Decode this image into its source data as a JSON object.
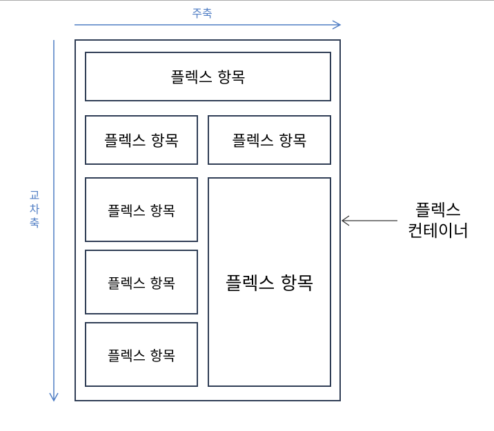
{
  "main_axis_label": "주축",
  "cross_axis_label": [
    "교",
    "차",
    "축"
  ],
  "container_label": [
    "플렉스",
    "컨테이너"
  ],
  "items": [
    {
      "label": "플렉스 항목"
    },
    {
      "label": "플렉스 항목"
    },
    {
      "label": "플렉스 항목"
    },
    {
      "label": "플렉스 항목"
    },
    {
      "label": "플렉스 항목"
    },
    {
      "label": "플렉스 항목"
    },
    {
      "label": "플렉스 항목"
    }
  ],
  "colors": {
    "axis": "#4f7dc4",
    "border": "#2f3d55",
    "text": "#000000"
  }
}
